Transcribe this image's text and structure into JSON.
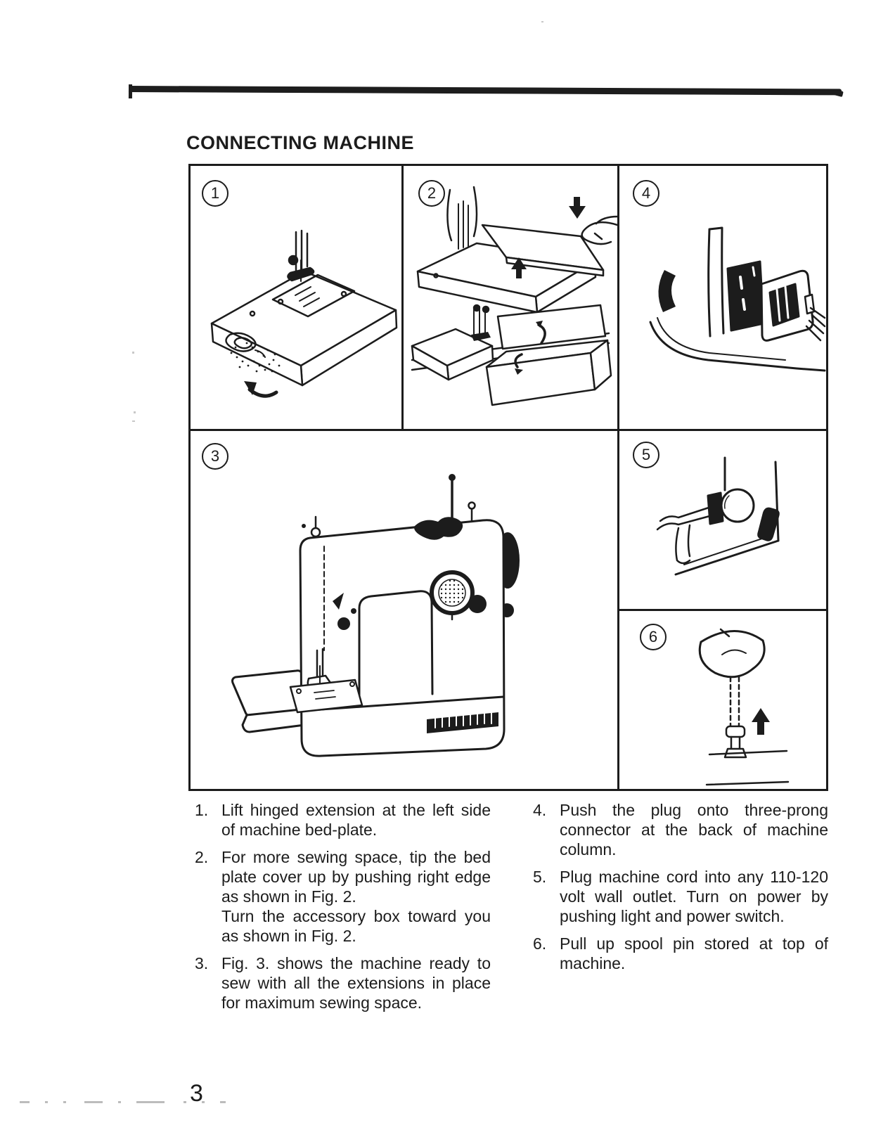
{
  "page": {
    "title": "CONNECTING MACHINE",
    "page_number": "3"
  },
  "figures": [
    {
      "label": "1",
      "name": "lift-hinged-extension"
    },
    {
      "label": "2",
      "name": "tip-bed-plate-cover-and-accessory-box"
    },
    {
      "label": "3",
      "name": "machine-ready-to-sew"
    },
    {
      "label": "4",
      "name": "plug-onto-three-prong-connector"
    },
    {
      "label": "5",
      "name": "light-and-power-switch"
    },
    {
      "label": "6",
      "name": "pull-up-spool-pin"
    }
  ],
  "instructions": {
    "left": [
      {
        "num": "1.",
        "paragraphs": [
          "Lift hinged extension at the left side of machine bed-plate."
        ]
      },
      {
        "num": "2.",
        "paragraphs": [
          "For more sewing space, tip the bed plate cover up by pushing right edge as shown in Fig. 2.",
          "Turn the accessory box toward you as shown in Fig. 2."
        ]
      },
      {
        "num": "3.",
        "paragraphs": [
          "Fig. 3. shows the machine ready to sew with all the extensions in place for maximum sewing space."
        ]
      }
    ],
    "right": [
      {
        "num": "4.",
        "paragraphs": [
          "Push the plug onto three-prong connector at the back of machine column."
        ]
      },
      {
        "num": "5.",
        "paragraphs": [
          "Plug machine cord into any 110-120 volt wall outlet.  Turn on power by pushing light and power switch."
        ]
      },
      {
        "num": "6.",
        "paragraphs": [
          "Pull up spool pin stored at top of machine."
        ]
      }
    ]
  },
  "ink_color": "#1c1c1c"
}
